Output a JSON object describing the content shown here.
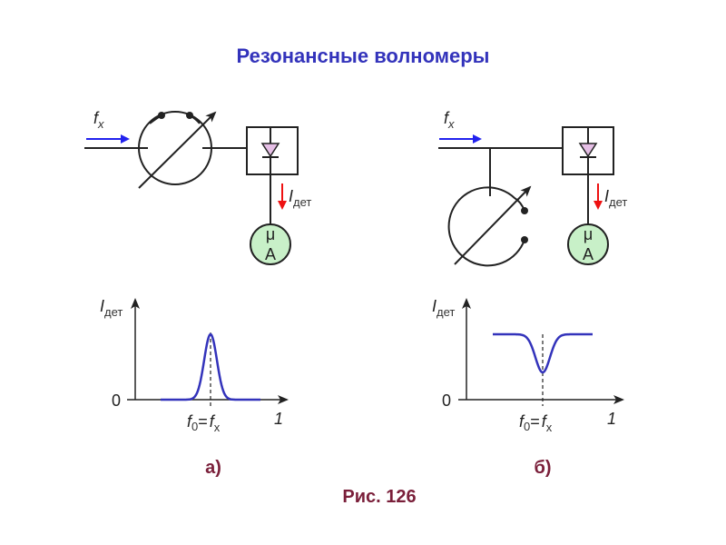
{
  "title": "Резонансные волномеры",
  "caption": "Рис. 126",
  "colors": {
    "title": "#3333bb",
    "caption": "#7a1f3a",
    "signal_arrow": "#2222ee",
    "current_arrow": "#ee1111",
    "curve": "#3333bb",
    "meter_fill": "#c8f0c8",
    "diode_fill": "#e6bfe6"
  },
  "circuits": [
    {
      "id": "a",
      "input_label": "f",
      "input_sub": "x",
      "current_label": "I",
      "current_sub": "дет",
      "meter_top": "μ",
      "meter_bottom": "A"
    },
    {
      "id": "b",
      "input_label": "f",
      "input_sub": "x",
      "current_label": "I",
      "current_sub": "дет",
      "meter_top": "μ",
      "meter_bottom": "A"
    }
  ],
  "graphs": [
    {
      "id": "a",
      "y_label": "I",
      "y_sub": "дет",
      "origin": "0",
      "x_axis_label": "1",
      "marker_f": "f",
      "marker_sub0": "0",
      "marker_eq": "=",
      "marker_fx": "f",
      "marker_subx": "x",
      "panel_label": "а)",
      "shape": "peak"
    },
    {
      "id": "b",
      "y_label": "I",
      "y_sub": "дет",
      "origin": "0",
      "x_axis_label": "1",
      "marker_f": "f",
      "marker_sub0": "0",
      "marker_eq": "=",
      "marker_fx": "f",
      "marker_subx": "x",
      "panel_label": "б)",
      "shape": "dip"
    }
  ]
}
